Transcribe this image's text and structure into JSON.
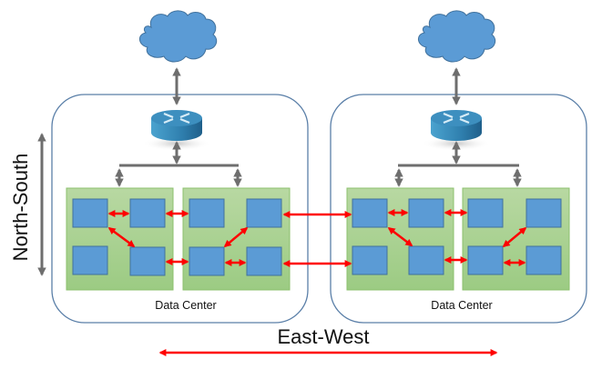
{
  "diagram": {
    "title": "Data center traffic directions",
    "axes": {
      "vertical_label": "North-South",
      "horizontal_label": "East-West"
    },
    "data_centers": [
      {
        "id": "dc-left",
        "label": "Data Center",
        "uplink": "cloud",
        "router": "router",
        "racks": [
          {
            "id": "rack-1",
            "servers": 4
          },
          {
            "id": "rack-2",
            "servers": 4
          }
        ]
      },
      {
        "id": "dc-right",
        "label": "Data Center",
        "uplink": "cloud",
        "router": "router",
        "racks": [
          {
            "id": "rack-3",
            "servers": 4
          },
          {
            "id": "rack-4",
            "servers": 4
          }
        ]
      }
    ],
    "icons": {
      "cloud": "cloud-icon",
      "router": "router-icon",
      "server": "server-icon"
    },
    "colors": {
      "cloud": "#5b9bd5",
      "router": "#2f7fae",
      "rack": "#a9d18e",
      "server": "#5b9bd5",
      "east_west_link": "#ff0000",
      "north_south_link": "#6e6e6e",
      "container_border": "#5a7fa8"
    }
  }
}
